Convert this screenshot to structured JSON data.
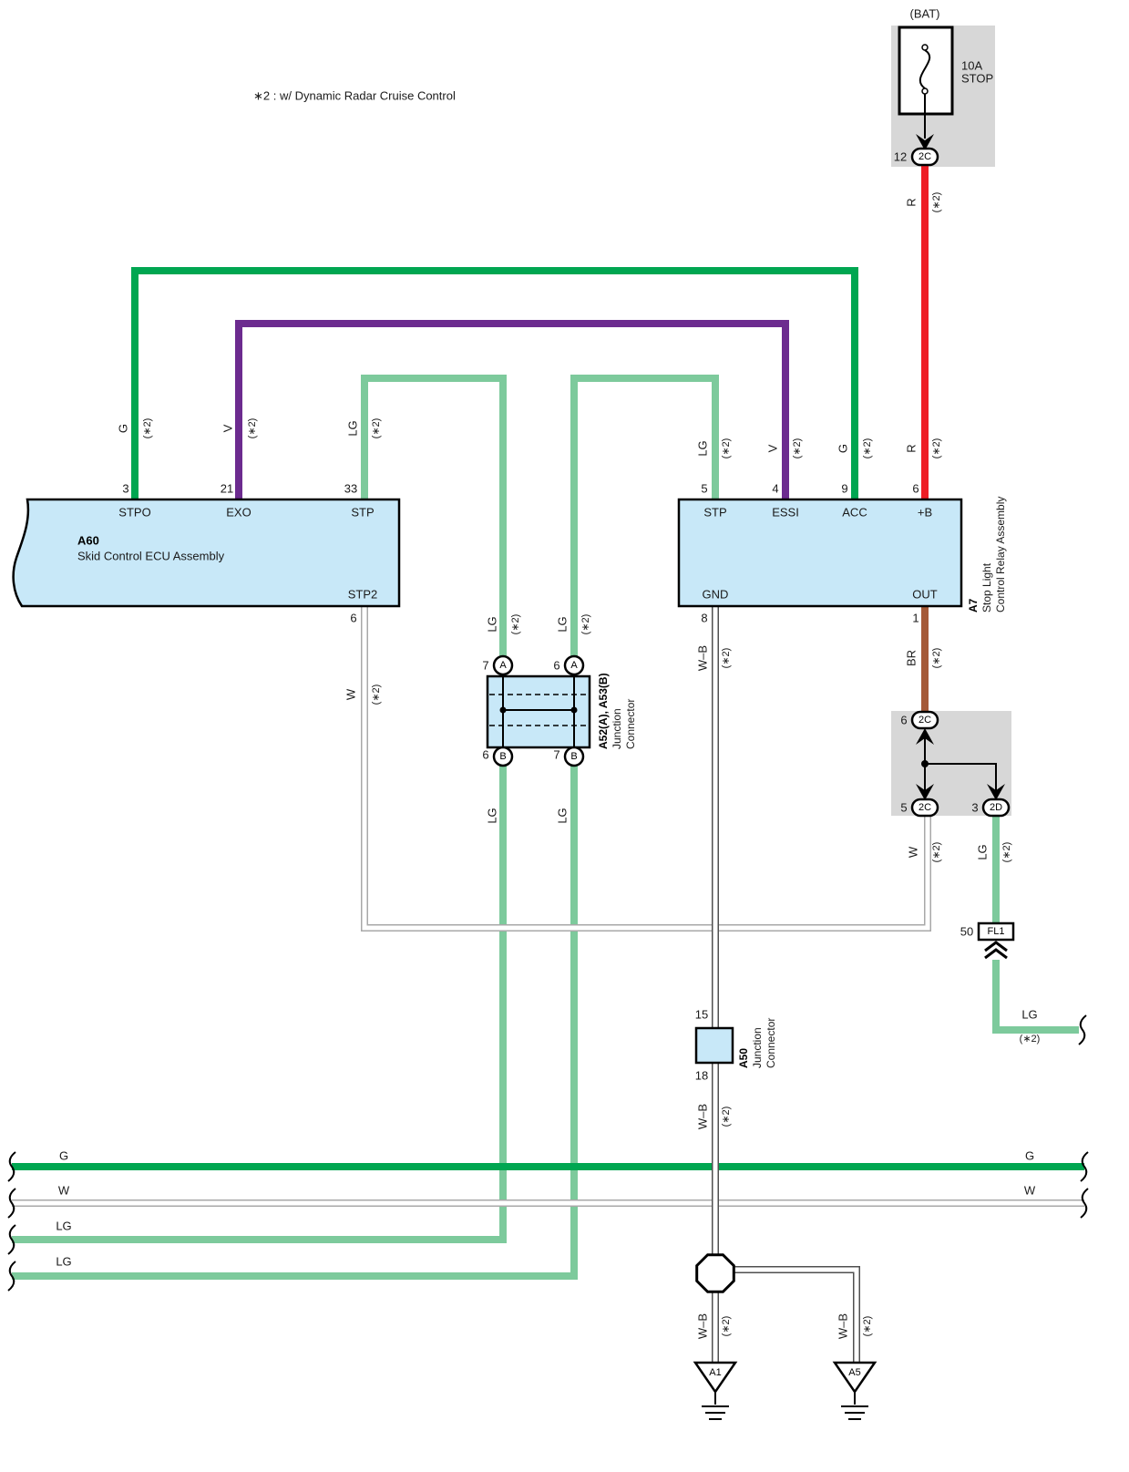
{
  "note": "∗2 : w/ Dynamic Radar Cruise Control",
  "option_tag": "(∗2)",
  "wire_codes": {
    "red": "R",
    "green": "G",
    "violet": "V",
    "light_green": "LG",
    "white": "W",
    "brown": "BR",
    "white_black": "W–B"
  },
  "colors": {
    "green": "#00a651",
    "violet": "#6c2b8f",
    "light_green": "#7dca9c",
    "red": "#ee1d25",
    "brown": "#a55a38",
    "white_outline": "#a8a8a8",
    "white_black_outline": "#505050",
    "component_fill": "#c8e8f8",
    "block_fill": "#d7d7d7"
  },
  "battery": {
    "label": "(BAT)",
    "fuse_rating": "10A",
    "fuse_name": "STOP",
    "connector": "2C",
    "pin": "12"
  },
  "a60": {
    "code": "A60",
    "name": "Skid Control ECU Assembly",
    "terminals": {
      "stpo": "STPO",
      "exo": "EXO",
      "stp": "STP",
      "stp2": "STP2"
    },
    "pins": {
      "stpo": "3",
      "exo": "21",
      "stp": "33",
      "stp2": "6"
    }
  },
  "a7": {
    "code": "A7",
    "name_line1": "Stop Light",
    "name_line2": "Control Relay Assembly",
    "terminals": {
      "stp": "STP",
      "essi": "ESSI",
      "acc": "ACC",
      "b": "+B",
      "gnd": "GND",
      "out": "OUT"
    },
    "pins": {
      "stp": "5",
      "essi": "4",
      "acc": "9",
      "b": "6",
      "gnd": "8",
      "out": "1"
    }
  },
  "a52_a53": {
    "code": "A52(A), A53(B)",
    "name_line1": "Junction",
    "name_line2": "Connector",
    "side_a": "A",
    "side_b": "B",
    "pins": {
      "a_left": "7",
      "a_right": "6",
      "b_left": "6",
      "b_right": "7"
    }
  },
  "relay_block": {
    "input": {
      "connector": "2C",
      "pin": "6"
    },
    "output_w": {
      "connector": "2C",
      "pin": "5"
    },
    "output_lg": {
      "connector": "2D",
      "pin": "3"
    }
  },
  "fl1": {
    "label": "FL1",
    "pin": "50"
  },
  "a50": {
    "code": "A50",
    "name_line1": "Junction",
    "name_line2": "Connector",
    "pins": {
      "top": "15",
      "bottom": "18"
    }
  },
  "grounds": {
    "a1": "A1",
    "a5": "A5"
  }
}
